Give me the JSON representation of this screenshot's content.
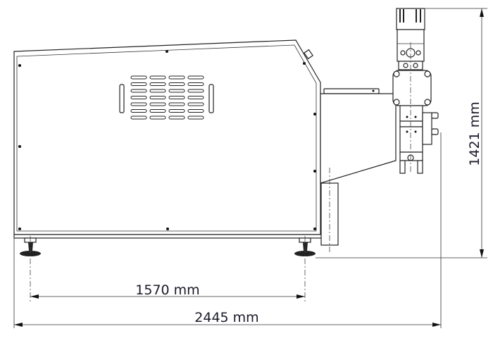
{
  "drawing": {
    "dimensions": {
      "foot_spacing": "1570 mm",
      "overall_length": "2445 mm",
      "overall_height": "1421 mm"
    },
    "line_color": "#222222"
  }
}
